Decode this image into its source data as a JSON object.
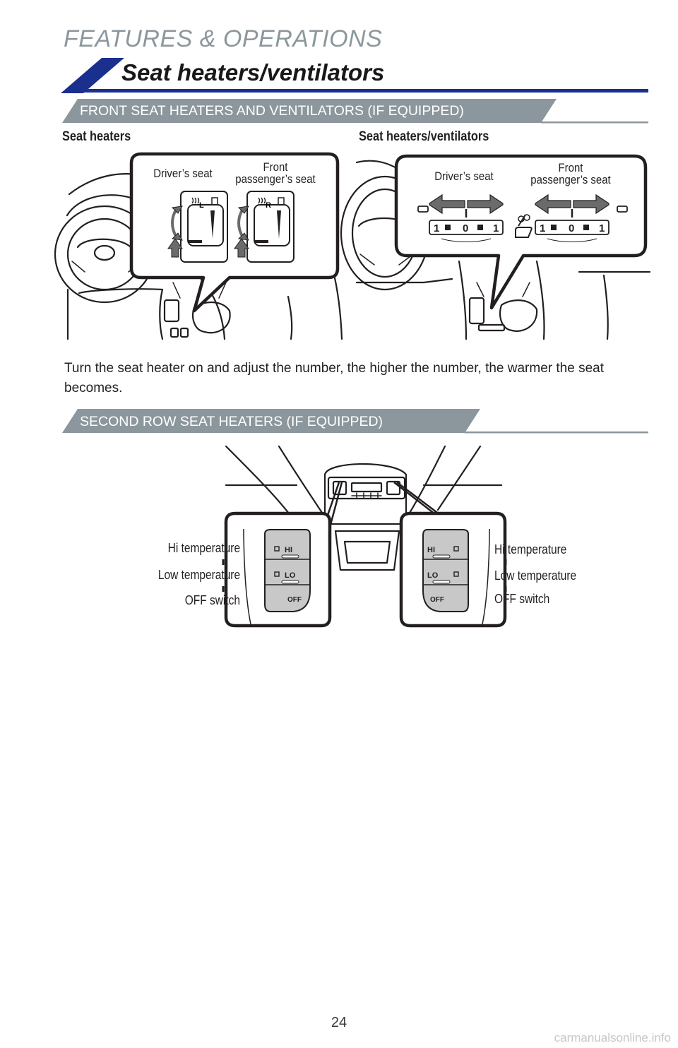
{
  "header": {
    "kicker": "FEATURES & OPERATIONS",
    "title": "Seat heaters/ventilators"
  },
  "colors": {
    "accent_blue": "#1b2f8f",
    "subhead_gray": "#8c979d",
    "rule_gray": "#8c979d",
    "icon_gray": "#6b6b6b"
  },
  "front_section": {
    "heading": "FRONT SEAT HEATERS AND VENTILATORS (IF EQUIPPED)",
    "left": {
      "label": "Seat heaters",
      "driver_label": "Driver’s seat",
      "passenger_label_line1": "Front",
      "passenger_label_line2": "passenger’s seat",
      "switch_left_letter": "L",
      "switch_right_letter": "R"
    },
    "right": {
      "label": "Seat heaters/ventilators",
      "driver_label": "Driver’s seat",
      "passenger_label_line1": "Front",
      "passenger_label_line2": "passenger’s seat",
      "dial_left": [
        "1",
        "0",
        "1"
      ],
      "dial_right": [
        "1",
        "0",
        "1"
      ]
    },
    "body": "Turn the seat heater on and adjust the number, the higher the number, the warmer the seat becomes."
  },
  "second_section": {
    "heading": "SECOND ROW SEAT HEATERS (IF EQUIPPED)",
    "left_labels": {
      "hi": "Hi temperature",
      "lo": "Low temperature",
      "off": "OFF switch"
    },
    "right_labels": {
      "hi": "Hi temperature",
      "lo": "Low temperature",
      "off": "OFF switch"
    },
    "switch_text": {
      "hi": "HI",
      "lo": "LO",
      "off": "OFF"
    }
  },
  "footer": {
    "page_number": "24",
    "watermark": "carmanualsonline.info"
  }
}
